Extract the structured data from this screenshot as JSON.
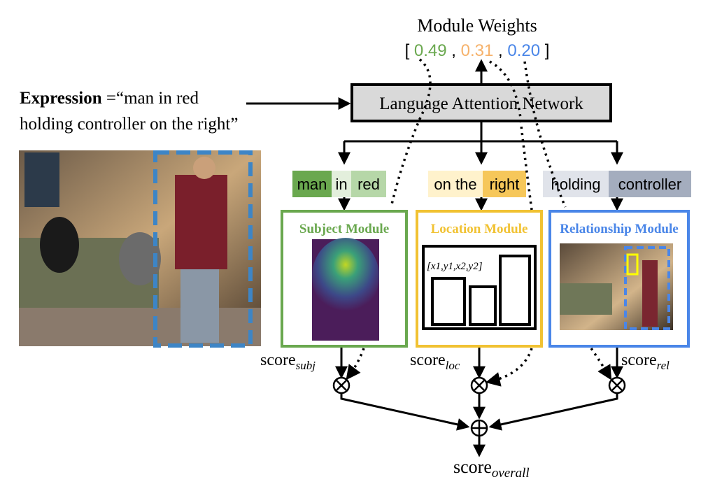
{
  "header": {
    "title": "Module Weights",
    "weights": {
      "open": "[",
      "subj": "0.49",
      "sep1": ", ",
      "loc": "0.31",
      "sep2": ", ",
      "rel": "0.20",
      "close": "]"
    }
  },
  "expression": {
    "label": "Expression",
    "line1": "=“man in red",
    "line2": "holding controller  on the right”"
  },
  "lan": {
    "label": "Language Attention Network"
  },
  "phrases": {
    "subject": [
      "man",
      "in",
      "red"
    ],
    "location": [
      "on the",
      "right"
    ],
    "relationship": [
      "holding",
      "controller"
    ]
  },
  "modules": {
    "subject": {
      "title": "Subject Module"
    },
    "location": {
      "title": "Location Module",
      "coords": "[x1,y1,x2,y2]"
    },
    "relationship": {
      "title": "Relationship Module"
    }
  },
  "scores": {
    "base": "score",
    "subj": "subj",
    "loc": "loc",
    "rel": "rel",
    "overall": "overall"
  },
  "ops": {
    "multiply": "⊗",
    "add": "⊕"
  },
  "colors": {
    "subject_green": "#6aa84f",
    "location_orange": "#f1c232",
    "relationship_blue": "#4a86e8",
    "weight_green": "#6aa84f",
    "weight_orange": "#f6b26b",
    "weight_blue": "#4a86e8",
    "lan_fill": "#d9d9d9",
    "phrase_subj_1": "#6aa84f",
    "phrase_subj_2": "#d9ead3",
    "phrase_subj_3": "#b6d7a8",
    "phrase_loc_1": "#fff2cc",
    "phrase_loc_2": "#f6c75a",
    "phrase_rel_1": "#e0e3ea",
    "phrase_rel_2": "#a4adbe"
  }
}
